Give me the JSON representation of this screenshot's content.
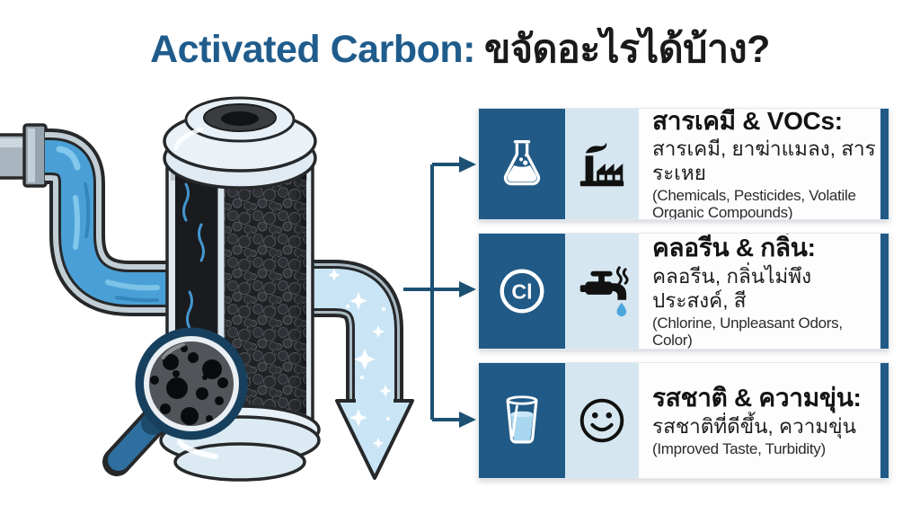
{
  "title": {
    "en_part": "Activated Carbon:",
    "th_part": "ขจัดอะไรได้บ้าง?"
  },
  "chlorine_symbol": "Cl",
  "panels": [
    {
      "id": "chemicals-vocs",
      "icon_dark": "flask-icon",
      "icon_light": "factory-icon",
      "heading": "สารเคมี & VOCs:",
      "line_th": "สารเคมี, ยาฆ่าแมลง, สารระเหย",
      "line_en": "(Chemicals, Pesticides, Volatile Organic Compounds)"
    },
    {
      "id": "chlorine-odor",
      "icon_dark": "chlorine-cl-icon",
      "icon_light": "faucet-icon",
      "heading": "คลอรีน & กลิ่น:",
      "line_th": "คลอรีน, กลิ่นไม่พึงประสงค์, สี",
      "line_en": "(Chlorine, Unpleasant Odors, Color)"
    },
    {
      "id": "taste-turbidity",
      "icon_dark": "water-glass-icon",
      "icon_light": "smiley-icon",
      "heading": "รสชาติ & ความขุ่น:",
      "line_th": "รสชาติที่ดีขึ้น, ความขุ่น",
      "line_en": "(Improved Taste, Turbidity)"
    }
  ],
  "icons": {
    "flask-icon": "⚗",
    "factory-icon": "🏭",
    "chlorine-cl-icon": "Cl",
    "faucet-icon": "🚰",
    "water-glass-icon": "🥛",
    "smiley-icon": "☺",
    "magnifying-glass-icon": "🔍",
    "clean-water-down-arrow-icon": "⬇",
    "connector-arrow-icon": "→",
    "sparkle-icon": "✦"
  },
  "colors": {
    "title_blue": "#1f5c8c",
    "brand_dark_blue": "#215a86",
    "light_blue_tile": "#d5e6f0",
    "connector_blue": "#1d5173",
    "pipe_water_blue": "#4aa0d6",
    "clean_water_blue": "#c9e5f5",
    "carbon_dark": "#202124",
    "droplet_blue": "#4da6dc"
  }
}
